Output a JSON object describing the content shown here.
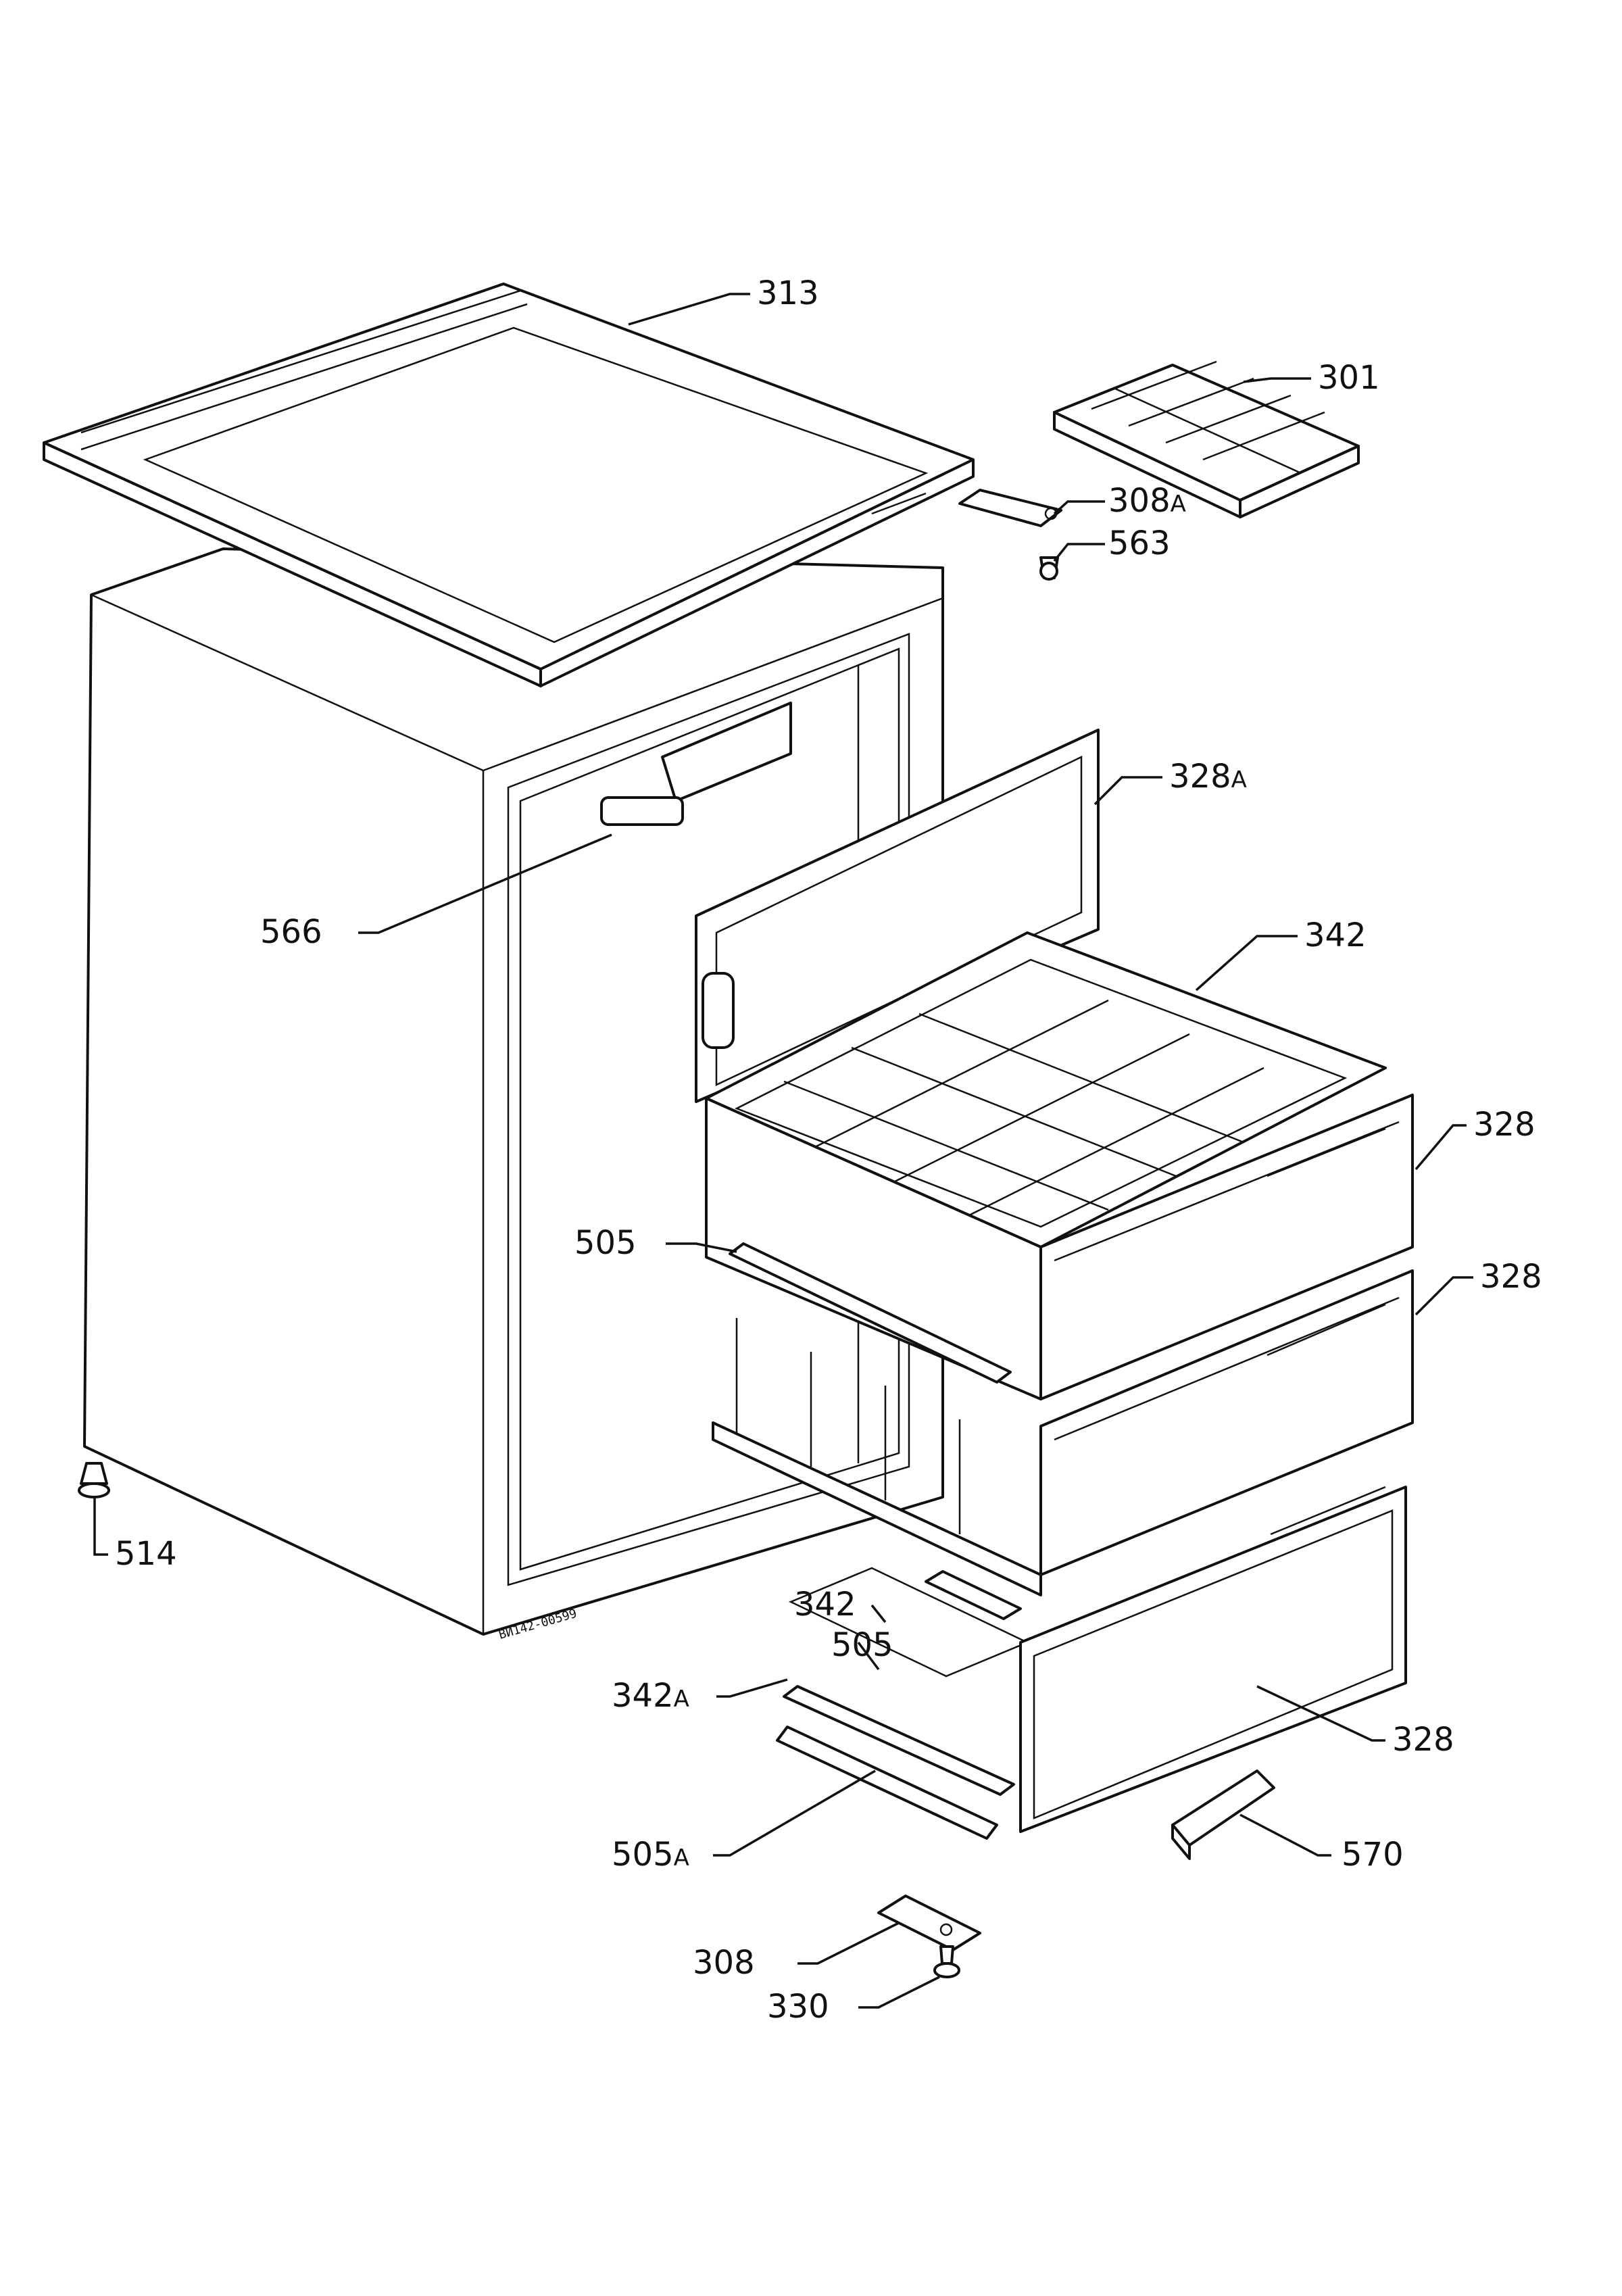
{
  "stamp": "ВИ142-00599",
  "parts": [
    {
      "id": "313",
      "number": "313",
      "suffix": ""
    },
    {
      "id": "301",
      "number": "301",
      "suffix": ""
    },
    {
      "id": "308A",
      "number": "308",
      "suffix": "A"
    },
    {
      "id": "563",
      "number": "563",
      "suffix": ""
    },
    {
      "id": "328A",
      "number": "328",
      "suffix": "A"
    },
    {
      "id": "342-top",
      "number": "342",
      "suffix": ""
    },
    {
      "id": "566",
      "number": "566",
      "suffix": ""
    },
    {
      "id": "328-upper",
      "number": "328",
      "suffix": ""
    },
    {
      "id": "328-middle",
      "number": "328",
      "suffix": ""
    },
    {
      "id": "505-upper",
      "number": "505",
      "suffix": ""
    },
    {
      "id": "514",
      "number": "514",
      "suffix": ""
    },
    {
      "id": "342-lower",
      "number": "342",
      "suffix": ""
    },
    {
      "id": "505-lower",
      "number": "505",
      "suffix": ""
    },
    {
      "id": "342A",
      "number": "342",
      "suffix": "A"
    },
    {
      "id": "328-lower",
      "number": "328",
      "suffix": ""
    },
    {
      "id": "570",
      "number": "570",
      "suffix": ""
    },
    {
      "id": "505A",
      "number": "505",
      "suffix": "A"
    },
    {
      "id": "308",
      "number": "308",
      "suffix": ""
    },
    {
      "id": "330",
      "number": "330",
      "suffix": ""
    }
  ]
}
